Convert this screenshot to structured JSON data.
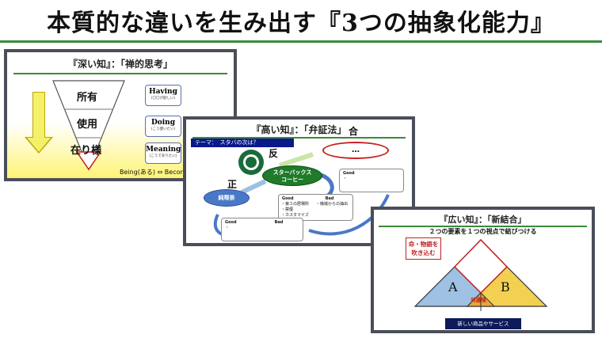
{
  "page": {
    "title": "本質的な違いを生み出す『3つの抽象化能力』"
  },
  "slide1": {
    "title": "『深い知』：「禅的思考」",
    "levels": [
      "所有",
      "使用",
      "在り様"
    ],
    "boxes": [
      {
        "main": "Having",
        "sub": "(〇〇が欲しい)"
      },
      {
        "main": "Doing",
        "sub": "(こう使いたい)"
      },
      {
        "main": "Meaning",
        "sub": "(こうでありたい)"
      }
    ],
    "bottom": "Being(ある) ⇔ Becom"
  },
  "slide2": {
    "title": "『高い知』：「弁証法」",
    "theme": "テーマ：　スタバの次は？",
    "thesis": "正",
    "antithesis": "反",
    "synthesis": "合",
    "starbucks_label": "スターバックス\nコーヒー",
    "kissa_label": "純喫茶",
    "synth_text": "…",
    "good": "Good",
    "bad": "Bad",
    "bullet": "・",
    "mid_good_items": [
      "・第３の居場所",
      "・禁煙",
      "・カスタマイズ"
    ],
    "mid_bad_items": [
      "・機械からの抽出"
    ],
    "colors": {
      "green": "#1f7a2a",
      "blue": "#4a78c8",
      "red": "#c82020"
    }
  },
  "slide3": {
    "title": "『広い知』：「新結合」",
    "subtitle": "２つの要素を１つの視点で結びつける",
    "callout": "命・物語を\n吹き込む",
    "a_label": "A",
    "b_label": "B",
    "common": "共通項",
    "result": "新しい商品やサービス",
    "colors": {
      "a": "#9ec1e4",
      "b": "#f3d052",
      "common": "#e8a33a"
    }
  }
}
